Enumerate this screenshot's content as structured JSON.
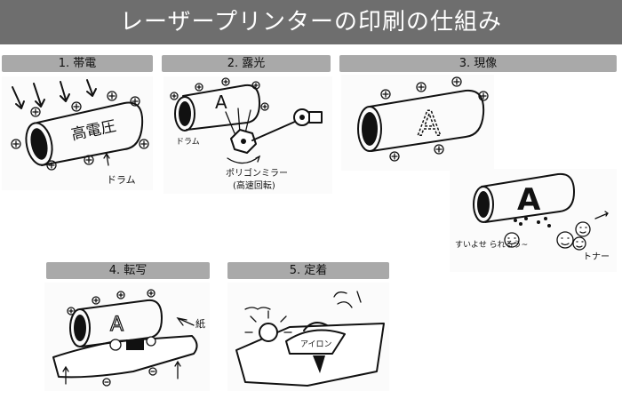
{
  "title": "レーザープリンターの印刷の仕組み",
  "steps": [
    {
      "label": "1. 帯電",
      "notes": {
        "drum_text": "高電圧",
        "drum_label": "ドラム"
      }
    },
    {
      "label": "2. 露光",
      "notes": {
        "drum_label": "ドラム",
        "mirror_label": "ポリゴンミラー",
        "mirror_sub": "(高速回転)"
      }
    },
    {
      "label": "3. 現像",
      "notes": {
        "letter": "A",
        "helper_label": "すいよせ られるう~",
        "toner_label": "トナー"
      }
    },
    {
      "label": "4. 転写",
      "notes": {
        "paper_label": "紙"
      }
    },
    {
      "label": "5. 定着",
      "notes": {
        "iron_label": "アイロン"
      }
    }
  ]
}
